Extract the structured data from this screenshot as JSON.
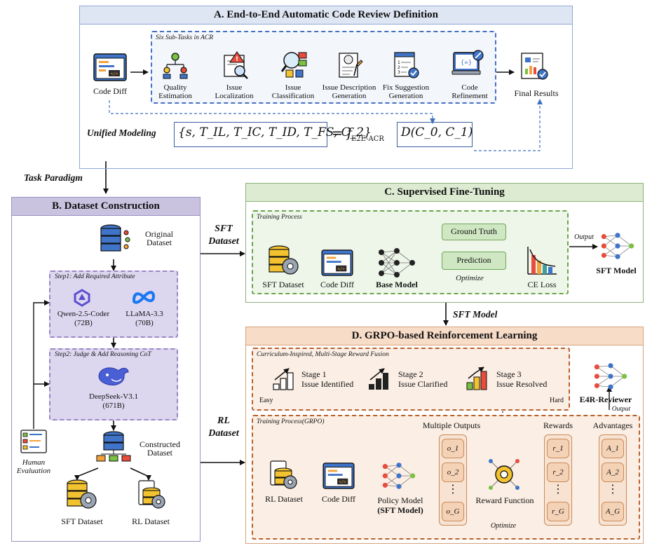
{
  "panel_a": {
    "title": "A. End-to-End Automatic Code Review Definition",
    "subtasks_label": "Six Sub-Tasks in ACR",
    "input": "Code Diff",
    "tasks": [
      "Quality\nEstimation",
      "Issue\nLocalization",
      "Issue\nClassification",
      "Issue Description\nGeneration",
      "Fix Suggestion\nGeneration",
      "Code\nRefinement"
    ],
    "output": "Final Results",
    "unified_label": "Unified Modeling",
    "formula_left": "{s, T_IL, T_IC, T_ID, T_FS, C_2}",
    "formula_eq": "= f",
    "formula_sub": "E2E-ACR",
    "formula_right": "D(C_0, C_1)"
  },
  "task_paradigm": "Task Paradigm",
  "panel_b": {
    "title": "B. Dataset Construction",
    "original": "Original\nDataset",
    "step1": "Step1: Add Required Attribute",
    "model1_name": "Qwen-2.5-Coder",
    "model1_size": "(72B)",
    "model2_name": "LLaMA-3.3",
    "model2_size": "(70B)",
    "step2": "Step2: Judge & Add Reasoning CoT",
    "model3_name": "DeepSeek-V3.1",
    "model3_size": "(671B)",
    "human": "Human\nEvaluation",
    "constructed": "Constructed\nDataset",
    "sft_dataset": "SFT Dataset",
    "rl_dataset": "RL Dataset"
  },
  "sft_dataset_side": "SFT\nDataset",
  "rl_dataset_side": "RL\nDataset",
  "sft_model_mid": "SFT Model",
  "panel_c": {
    "title": "C. Supervised Fine-Tuning",
    "training_label": "Training Process",
    "sft_dataset": "SFT Dataset",
    "code_diff": "Code Diff",
    "base_model": "Base Model",
    "ground_truth": "Ground Truth",
    "prediction": "Prediction",
    "optimize": "Optimize",
    "ce_loss": "CE Loss",
    "output": "Output",
    "sft_model": "SFT Model"
  },
  "panel_d": {
    "title": "D. GRPO-based Reinforcement Learning",
    "curriculum_label": "Curriculum-Inspired, Multi-Stage Reward Fusion",
    "stages": [
      {
        "name": "Stage 1",
        "desc": "Issue Identified"
      },
      {
        "name": "Stage 2",
        "desc": "Issue Clarified"
      },
      {
        "name": "Stage 3",
        "desc": "Issue Resolved"
      }
    ],
    "easy": "Easy",
    "hard": "Hard",
    "e4r": "E4R-Reviewer",
    "output": "Output",
    "training_label": "Training Process(GRPO)",
    "multiple_outputs": "Multiple Outputs",
    "rewards": "Rewards",
    "advantages": "Advantages",
    "rl_dataset": "RL Dataset",
    "code_diff": "Code Diff",
    "policy_model": "Policy Model",
    "policy_model_sub": "(SFT Model)",
    "reward_function": "Reward Function",
    "optimize": "Optimize",
    "outputs": [
      "o_1",
      "o_2",
      "o_G"
    ],
    "reward_items": [
      "r_1",
      "r_2",
      "r_G"
    ],
    "advantage_items": [
      "A_1",
      "A_2",
      "A_G"
    ],
    "dots": "⋮"
  }
}
